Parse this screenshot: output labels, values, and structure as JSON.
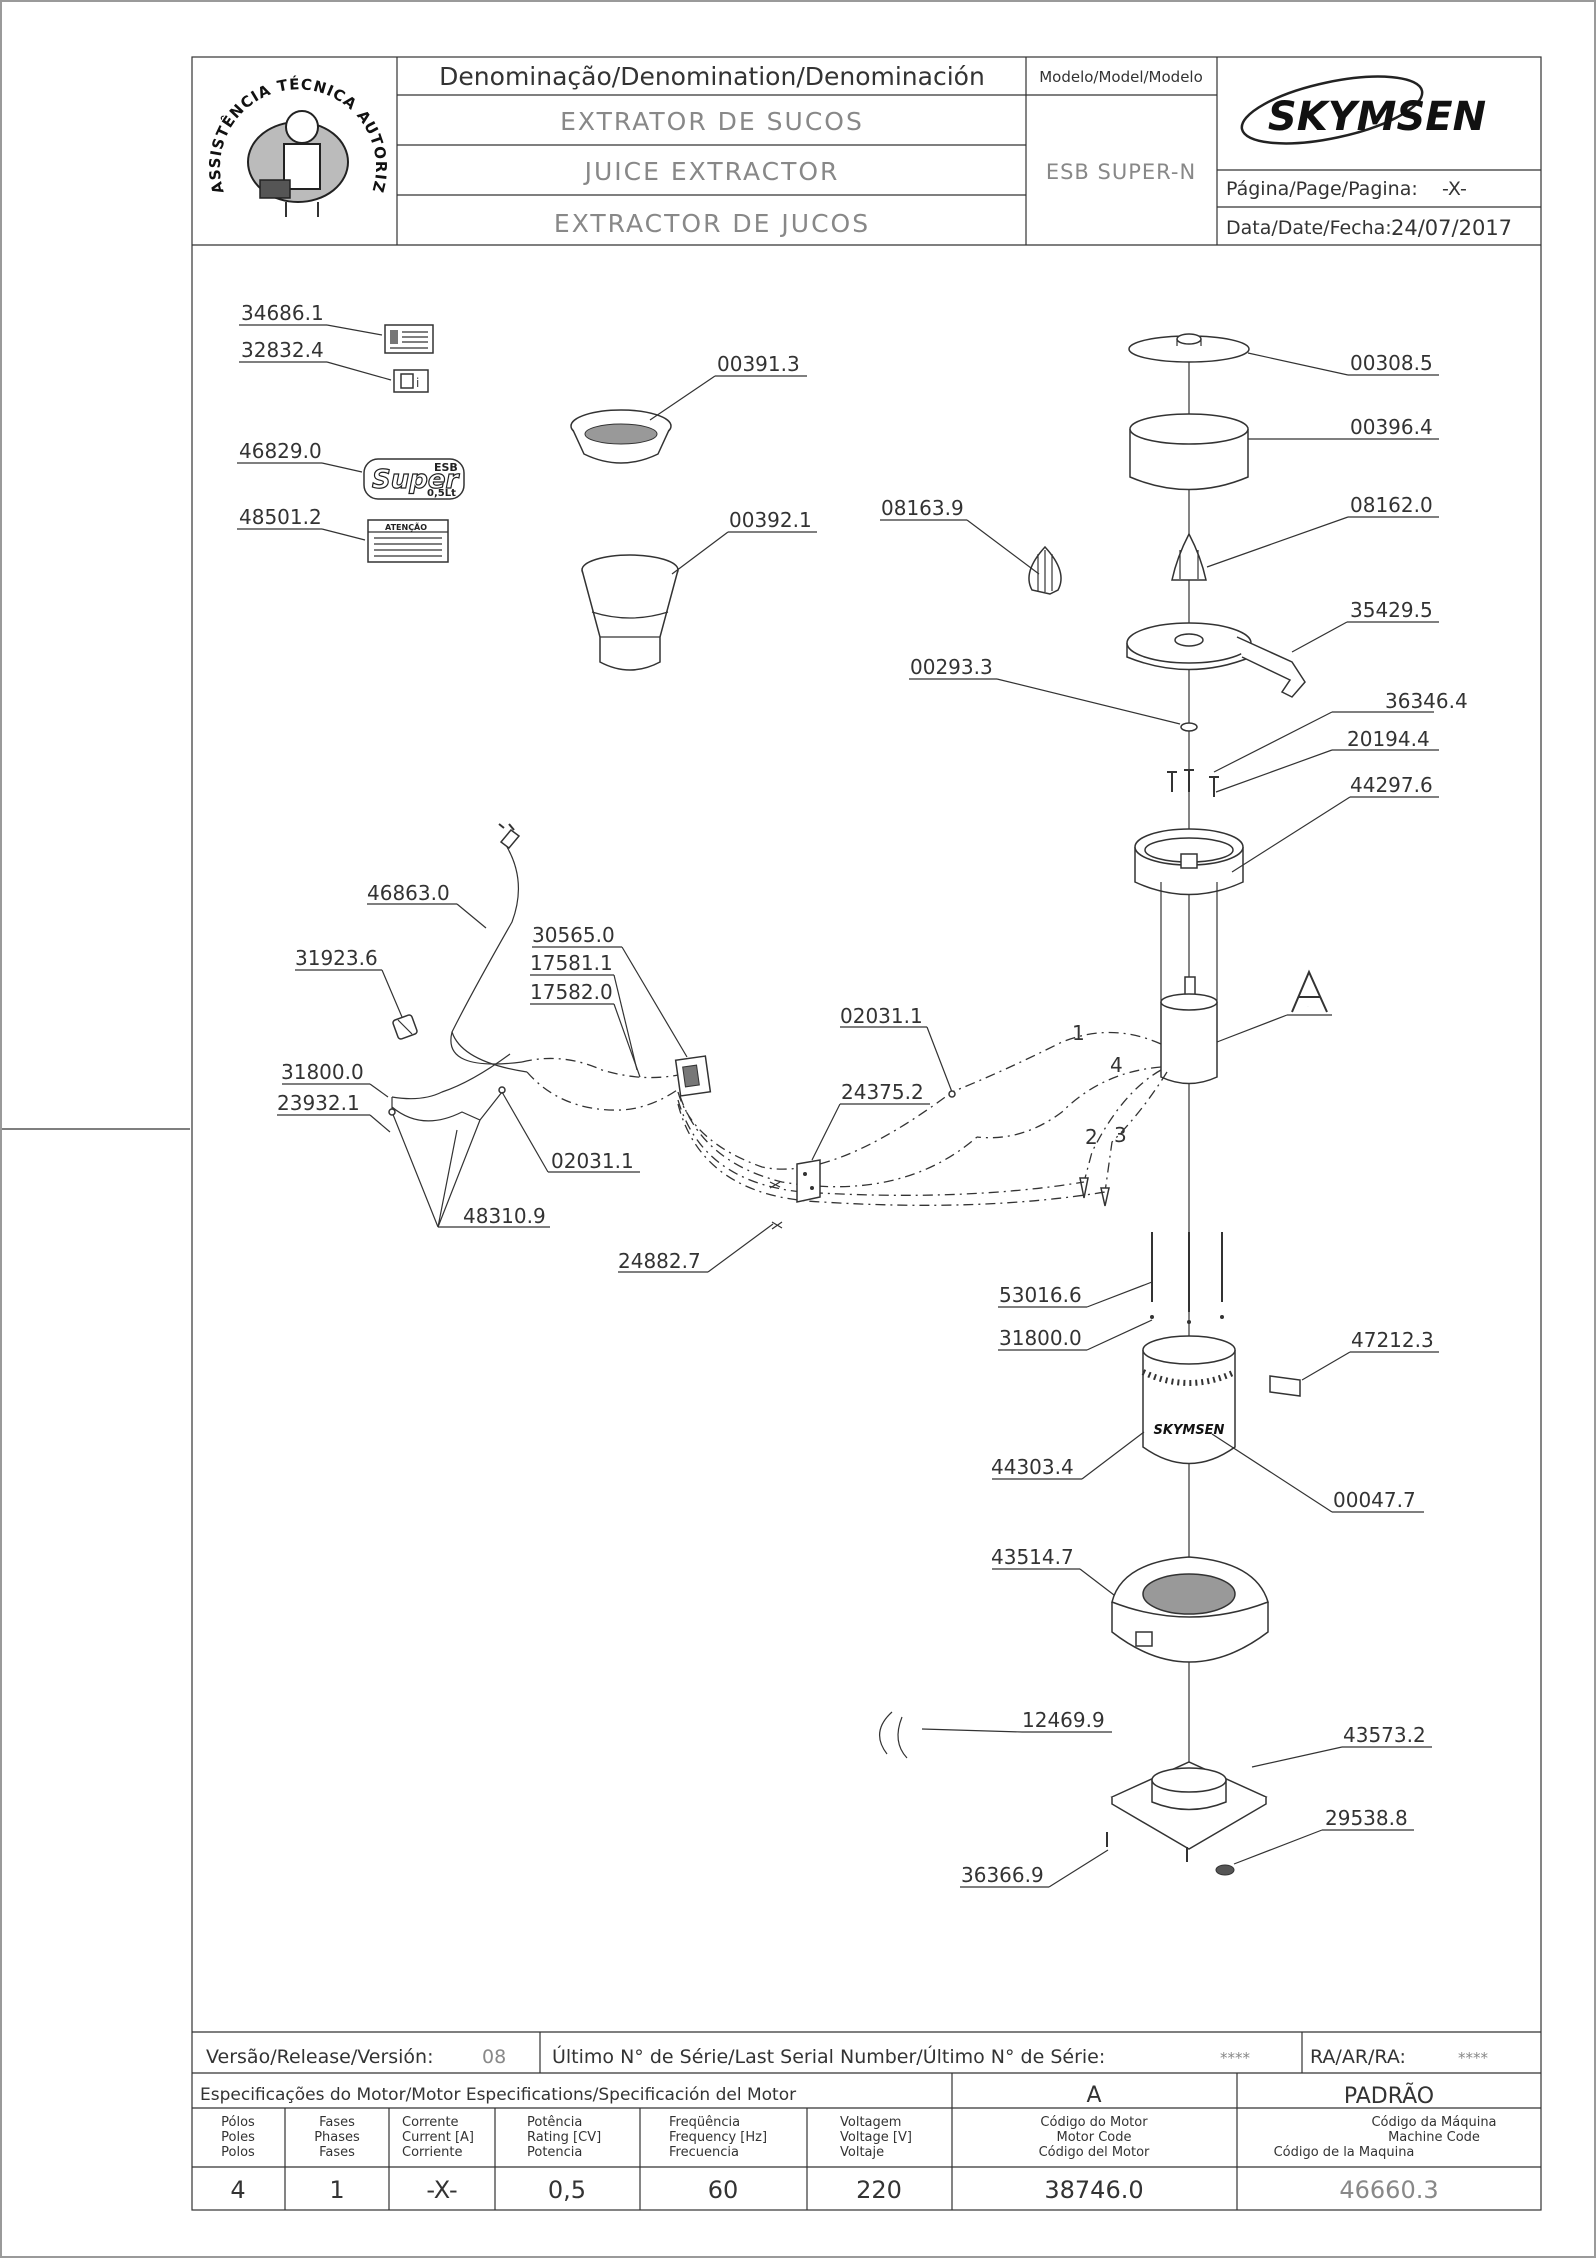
{
  "header": {
    "denomination_label": "Denominação/Denomination/Denominación",
    "name_pt": "EXTRATOR DE SUCOS",
    "name_en": "JUICE EXTRACTOR",
    "name_es": "EXTRACTOR DE JUCOS",
    "model_label": "Modelo/Model/Modelo",
    "model_value": "ESB SUPER-N",
    "brand": "SKYMSEN",
    "page_label": "Página/Page/Pagina:",
    "page_value": "-X-",
    "date_label": "Data/Date/Fecha:",
    "date_value": "24/07/2017",
    "seal_text": "ASSISTÊNCIA TÉCNICA AUTORIZADA"
  },
  "parts": {
    "p34686_1": "34686.1",
    "p32832_4": "32832.4",
    "p46829_0": "46829.0",
    "p48501_2": "48501.2",
    "p00391_3": "00391.3",
    "p00392_1": "00392.1",
    "p08163_9": "08163.9",
    "p00308_5": "00308.5",
    "p00396_4": "00396.4",
    "p08162_0": "08162.0",
    "p35429_5": "35429.5",
    "p00293_3": "00293.3",
    "p36346_4": "36346.4",
    "p20194_4": "20194.4",
    "p44297_6": "44297.6",
    "p46863_0": "46863.0",
    "p31923_6": "31923.6",
    "p30565_0": "30565.0",
    "p17581_1": "17581.1",
    "p17582_0": "17582.0",
    "p02031_1a": "02031.1",
    "p24375_2": "24375.2",
    "p31800_0a": "31800.0",
    "p23932_1": "23932.1",
    "p02031_1b": "02031.1",
    "p48310_9": "48310.9",
    "p24882_7": "24882.7",
    "p53016_6": "53016.6",
    "p31800_0b": "31800.0",
    "p47212_3": "47212.3",
    "p44303_4": "44303.4",
    "p00047_7": "00047.7",
    "p43514_7": "43514.7",
    "p12469_9": "12469.9",
    "p43573_2": "43573.2",
    "p29538_8": "29538.8",
    "p36366_9": "36366.9",
    "detail_A": "A",
    "wire_1": "1",
    "wire_2": "2",
    "wire_3": "3",
    "wire_4": "4",
    "sticker_warning": "ATENÇÃO",
    "badge_super": "Super",
    "badge_esb": "ESB",
    "badge_size": "0,5Lt"
  },
  "footer": {
    "version_label": "Versão/Release/Versión:",
    "version_value": "08",
    "serial_label": "Último N° de Série/Last Serial Number/Último N° de Série:",
    "serial_value": "****",
    "ra_label": "RA/AR/RA:",
    "ra_value": "****",
    "motor_spec_label": "Especificações do Motor/Motor Especifications/Specificación del Motor",
    "col_a": "A",
    "col_padrao": "PADRÃO",
    "headers": [
      [
        "Pólos",
        "Poles",
        "Polos"
      ],
      [
        "Fases",
        "Phases",
        "Fases"
      ],
      [
        "Corrente",
        "Current [A]",
        "Corriente"
      ],
      [
        "Potência",
        "Rating  [CV]",
        "Potencia"
      ],
      [
        "Freqüência",
        "Frequency [Hz]",
        "Frecuencia"
      ],
      [
        "Voltagem",
        "Voltage [V]",
        "Voltaje"
      ],
      [
        "Código do Motor",
        "Motor Code",
        "Código del Motor"
      ],
      [
        "Código da Máquina",
        "Machine Code",
        "Código de la Maquina"
      ]
    ],
    "values": [
      "4",
      "1",
      "-X-",
      "0,5",
      "60",
      "220",
      "38746.0",
      "46660.3"
    ]
  }
}
